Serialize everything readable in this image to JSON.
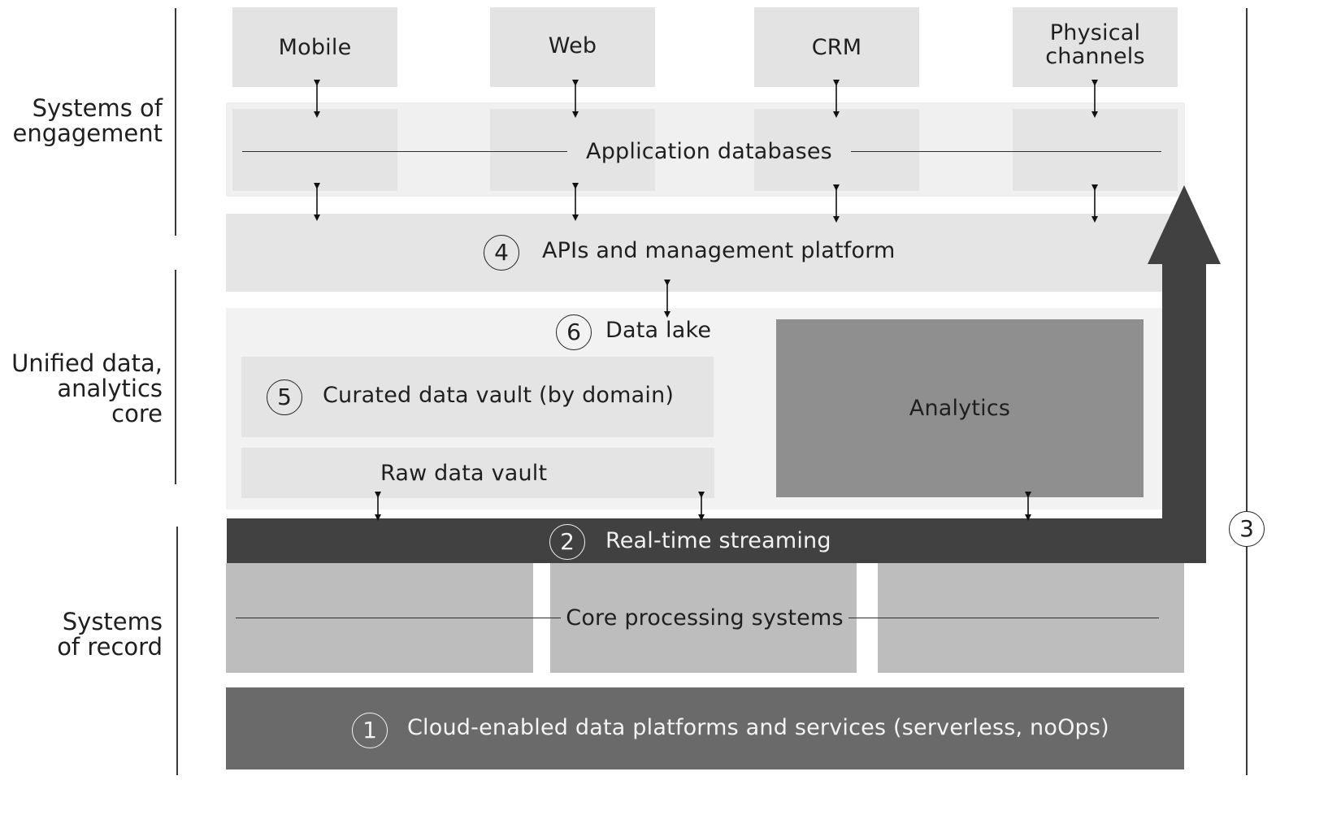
{
  "left_labels": {
    "engagement": [
      "Systems of",
      "engagement"
    ],
    "analytics": [
      "Unified data,",
      "analytics core"
    ],
    "record": [
      "Systems",
      "of record"
    ]
  },
  "channels": {
    "mobile": "Mobile",
    "web": "Web",
    "crm": "CRM",
    "physical": [
      "Physical",
      "channels"
    ]
  },
  "layers": {
    "app_db": "Application databases",
    "apis": {
      "number": "4",
      "label": "APIs and management platform"
    },
    "data_lake": {
      "number": "6",
      "label": "Data lake"
    },
    "curated": {
      "number": "5",
      "label": "Curated data vault (by domain)"
    },
    "raw": "Raw data vault",
    "analytics": "Analytics",
    "streaming": {
      "number": "2",
      "label": "Real-time streaming"
    },
    "core": "Core processing systems",
    "cloud": {
      "number": "1",
      "label": "Cloud-enabled data platforms and services (serverless, noOps)"
    }
  },
  "side_marker": "3",
  "colors": {
    "channel_box": "#e3e3e3",
    "app_db_band": "#f0f0f0",
    "apis_band": "#e5e5e5",
    "lake_band": "#f2f2f2",
    "vault": "#e4e4e4",
    "analytics": "#8f8f8f",
    "streaming": "#414141",
    "core": "#bdbdbd",
    "cloud": "#6a6a6a"
  }
}
